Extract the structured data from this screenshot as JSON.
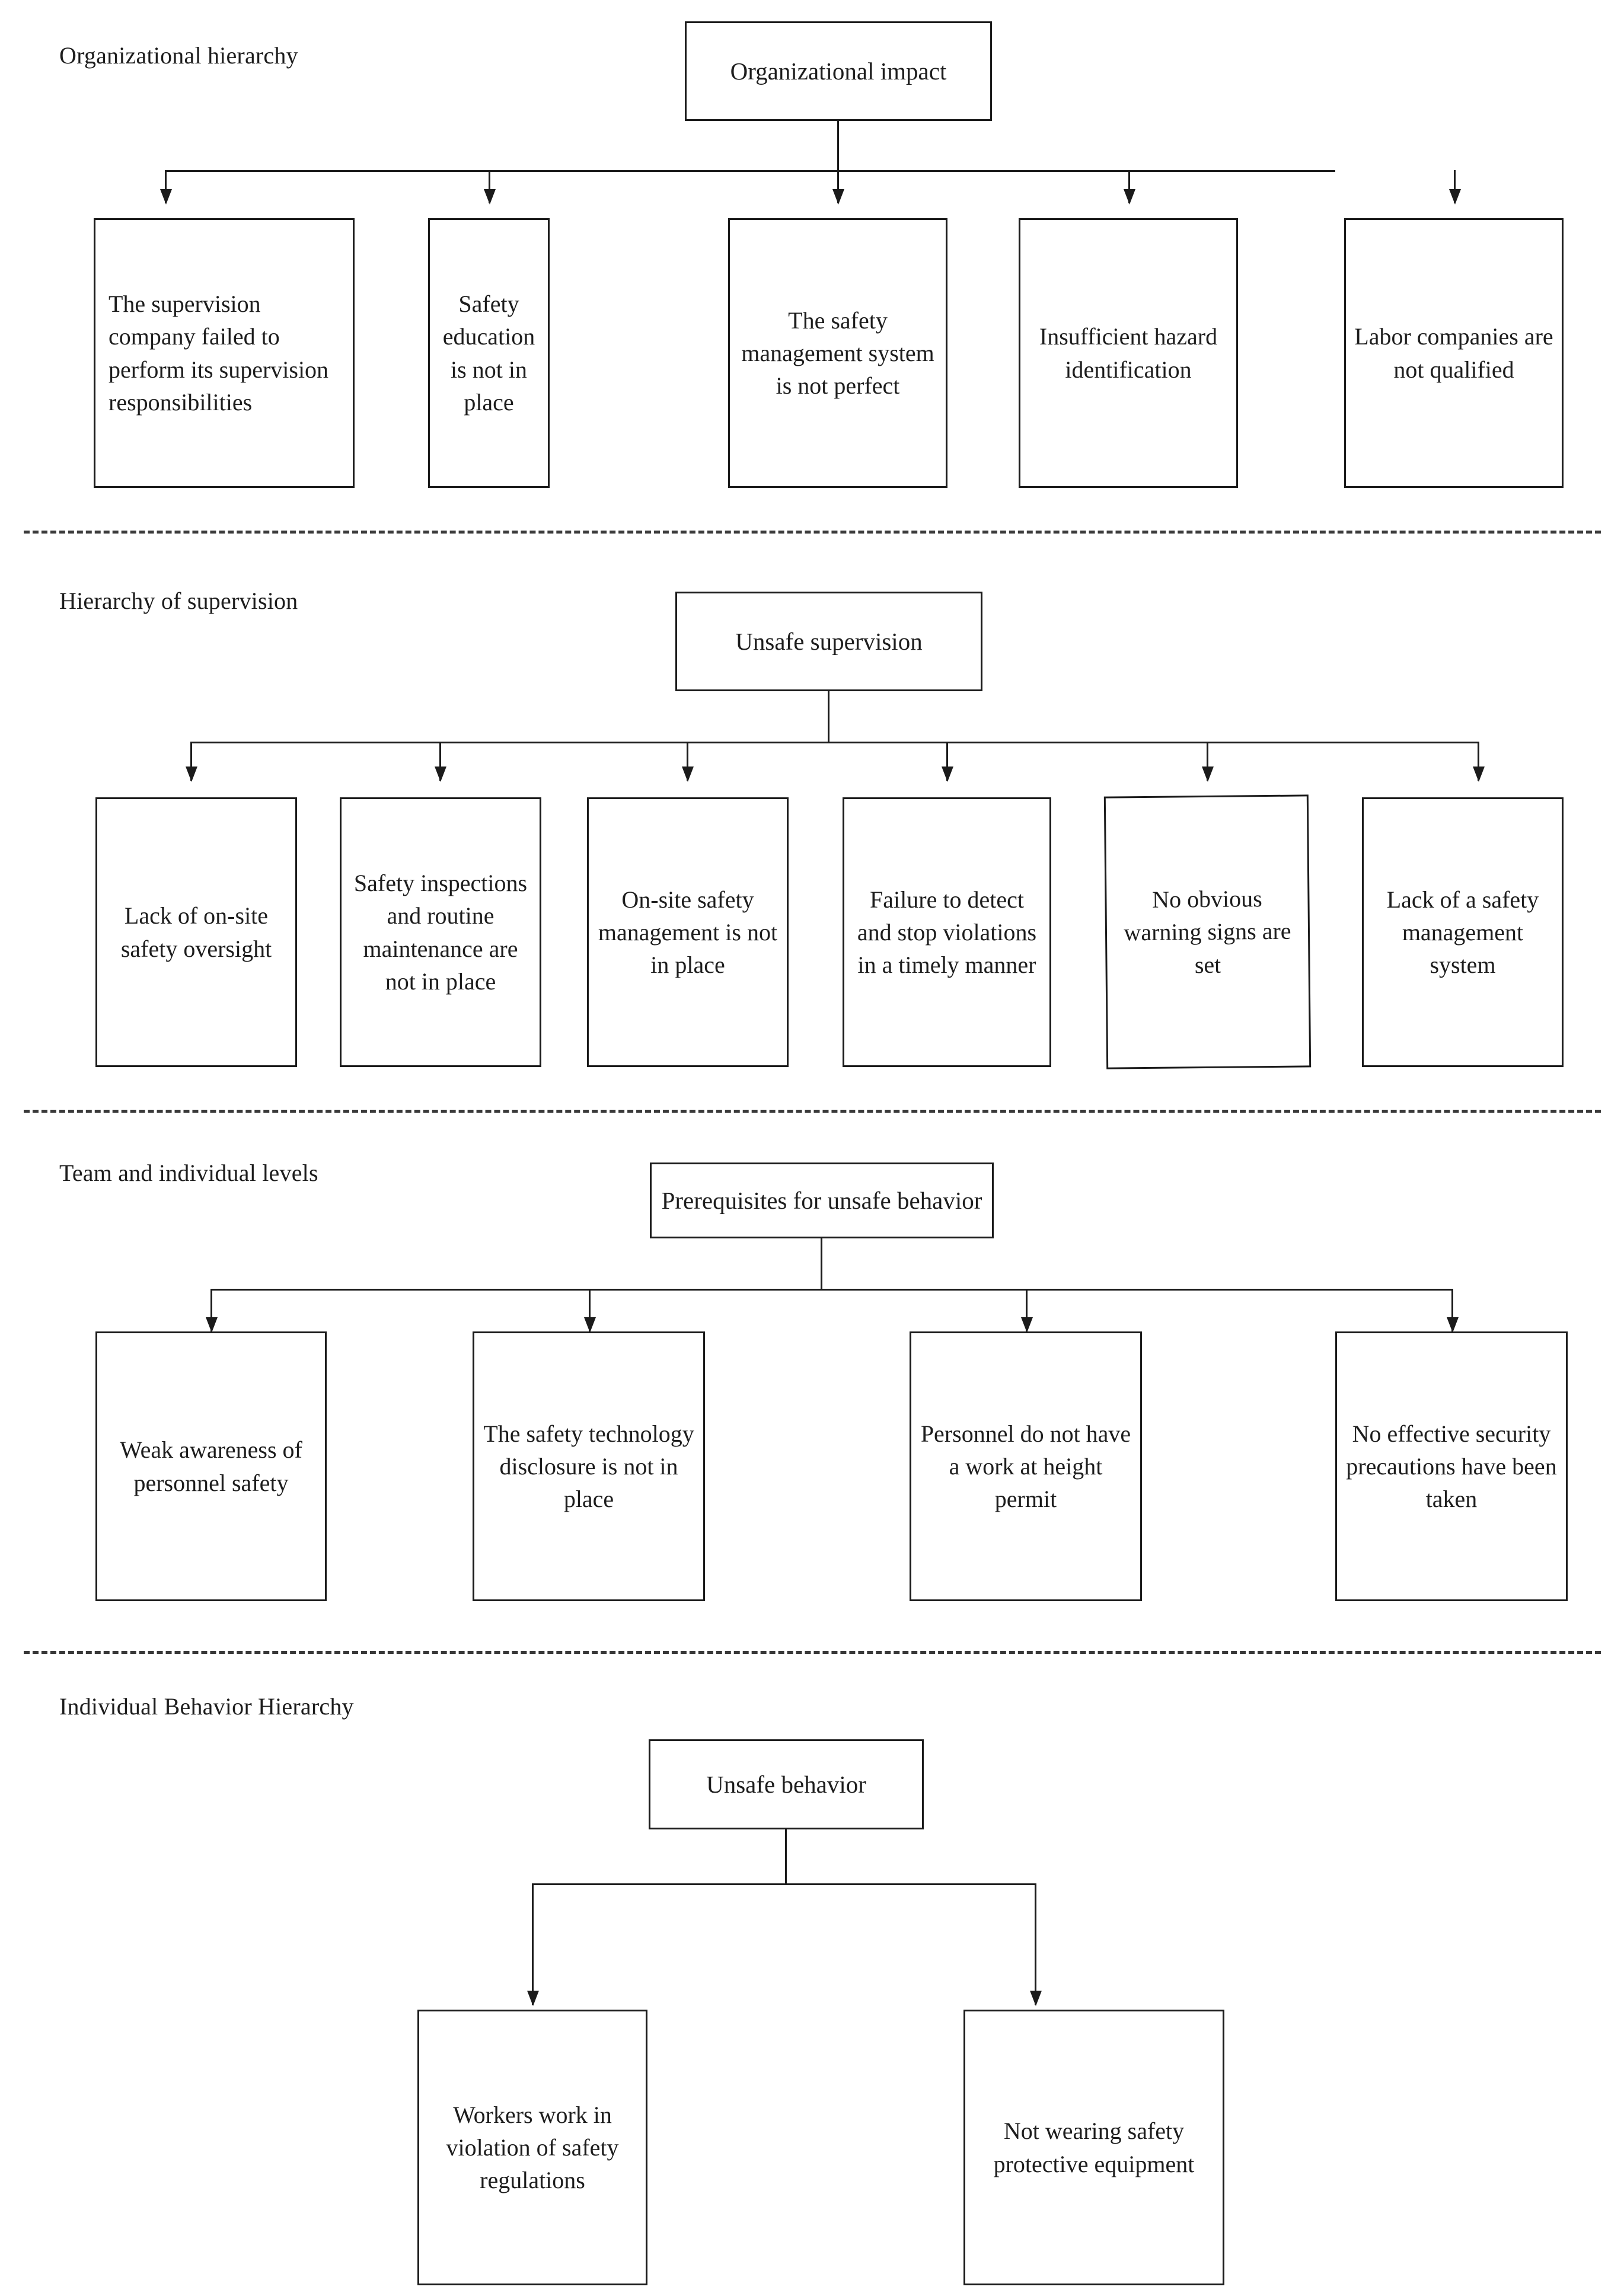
{
  "diagram": {
    "title": "HFACS hierarchical cause diagram",
    "accent_color": "#1b1b1b",
    "background_color": "#ffffff",
    "divider_style": "dashed"
  },
  "sections": [
    {
      "id": "organizational-hierarchy",
      "label": "Organizational hierarchy",
      "root": "Organizational impact",
      "children": [
        "The supervision company failed to perform its supervision responsibilities",
        "Safety education is not in place",
        "The safety management system is not perfect",
        "Insufficient hazard identification",
        "Labor companies are not qualified"
      ]
    },
    {
      "id": "hierarchy-of-supervision",
      "label": "Hierarchy of supervision",
      "root": "Unsafe supervision",
      "children": [
        "Lack of on-site safety oversight",
        "Safety inspections and routine maintenance are not in place",
        "On-site safety management is not in place",
        "Failure to detect and stop violations in a timely manner",
        "No obvious warning signs are set",
        "Lack of a safety management system"
      ]
    },
    {
      "id": "team-and-individual-levels",
      "label": "Team and individual levels",
      "root": "Prerequisites for unsafe behavior",
      "children": [
        "Weak awareness of personnel safety",
        "The safety technology disclosure is not in place",
        "Personnel do not have a work at height permit",
        "No effective security precautions have been taken"
      ]
    },
    {
      "id": "individual-behavior-hierarchy",
      "label": "Individual Behavior Hierarchy",
      "root": "Unsafe behavior",
      "children": [
        "Workers work in violation of safety regulations",
        "Not wearing safety protective equipment"
      ]
    }
  ]
}
